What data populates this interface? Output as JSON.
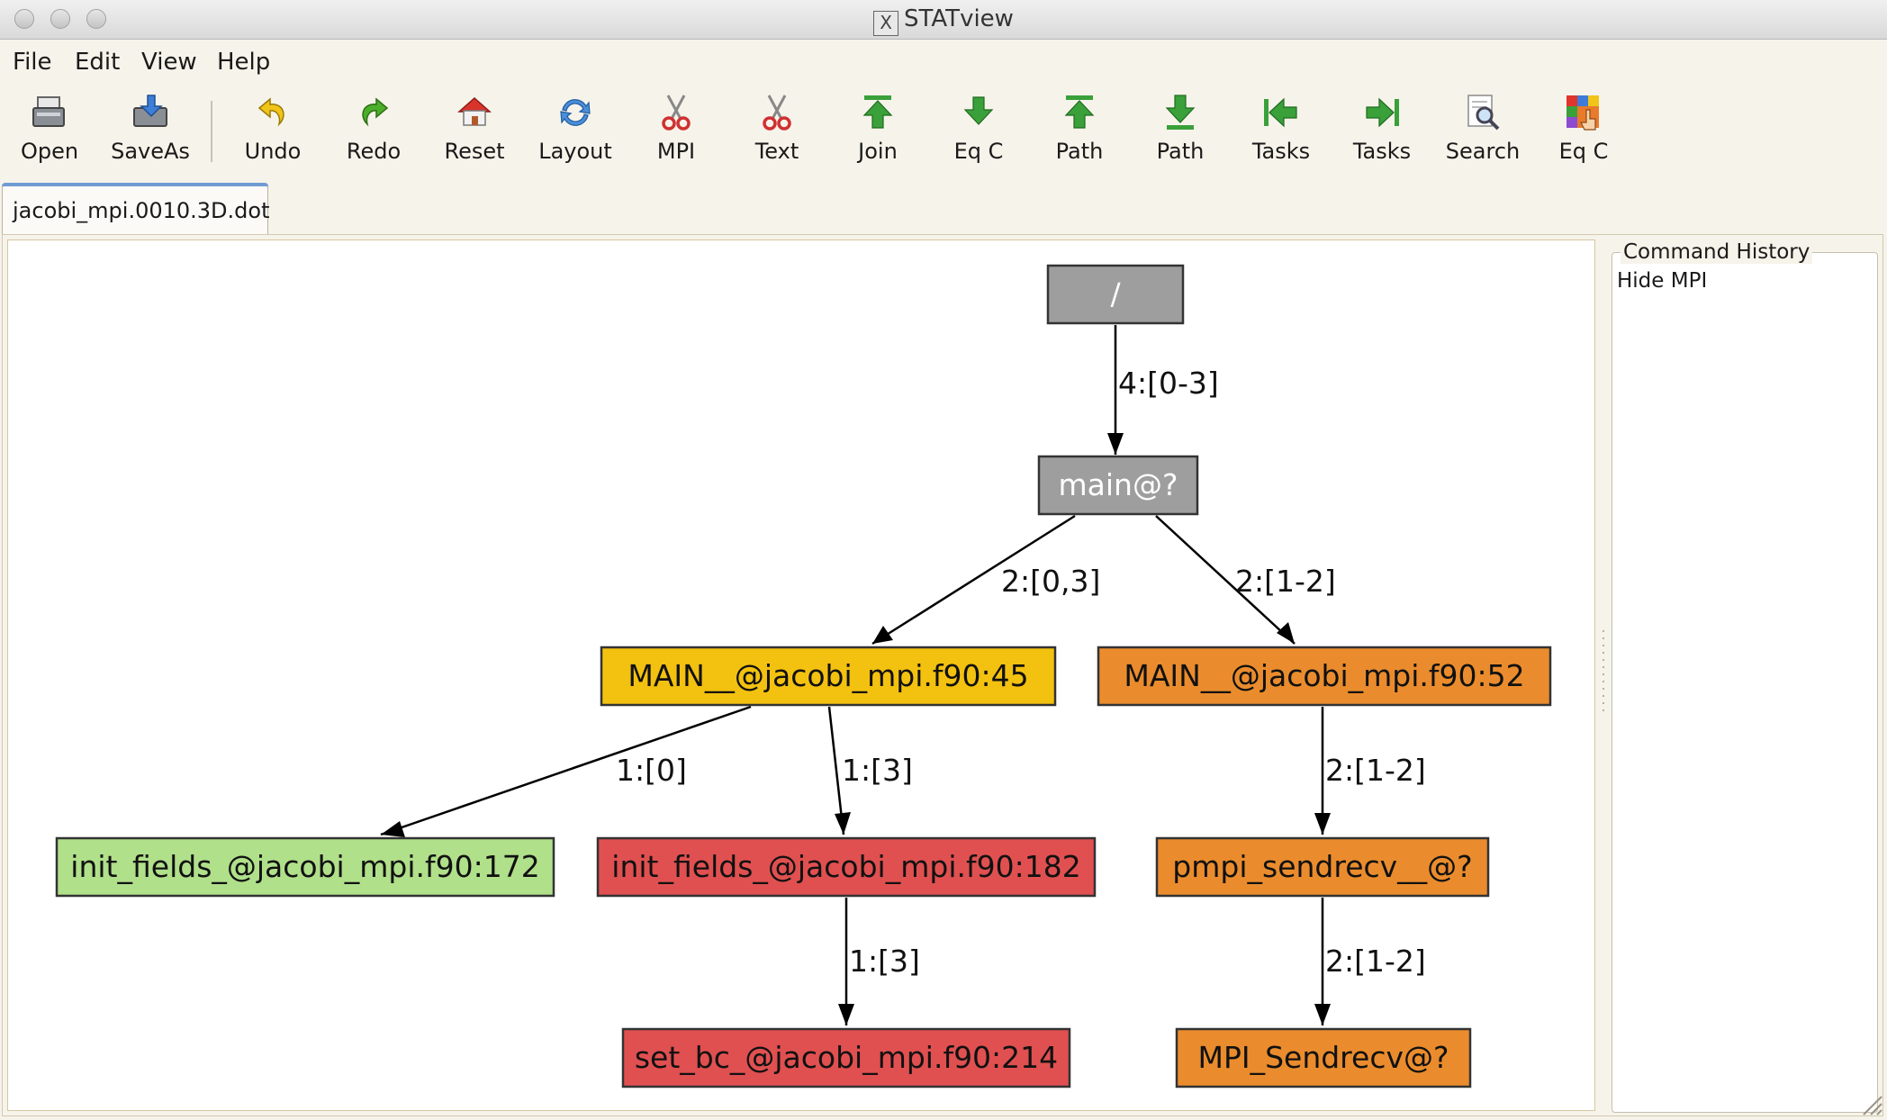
{
  "window": {
    "title": "STATview",
    "x_logo": "X"
  },
  "menu": [
    {
      "label": "File"
    },
    {
      "label": "Edit"
    },
    {
      "label": "View"
    },
    {
      "label": "Help"
    }
  ],
  "toolbar": [
    {
      "label": "Open",
      "icon": "open-icon"
    },
    {
      "label": "SaveAs",
      "icon": "save-as-icon"
    },
    {
      "label": "Undo",
      "icon": "undo-icon"
    },
    {
      "label": "Redo",
      "icon": "redo-icon"
    },
    {
      "label": "Reset",
      "icon": "home-icon"
    },
    {
      "label": "Layout",
      "icon": "refresh-icon"
    },
    {
      "label": "MPI",
      "icon": "scissors-icon"
    },
    {
      "label": "Text",
      "icon": "scissors-icon"
    },
    {
      "label": "Join",
      "icon": "arrow-up-bar-icon"
    },
    {
      "label": "Eq C",
      "icon": "arrow-down-icon"
    },
    {
      "label": "Path",
      "icon": "arrow-up-bar-icon"
    },
    {
      "label": "Path",
      "icon": "arrow-down-bar-icon"
    },
    {
      "label": "Tasks",
      "icon": "arrow-left-bar-icon"
    },
    {
      "label": "Tasks",
      "icon": "arrow-right-bar-icon"
    },
    {
      "label": "Search",
      "icon": "magnifier-icon"
    },
    {
      "label": "Eq C",
      "icon": "hand-pointer-icon"
    }
  ],
  "tab": {
    "label": "jacobi_mpi.0010.3D.dot"
  },
  "graph": {
    "nodes": {
      "root": {
        "label": "/",
        "fill": "#9e9e9e",
        "text_color": "#ffffff"
      },
      "main": {
        "label": "main@?",
        "fill": "#9e9e9e",
        "text_color": "#ffffff"
      },
      "main45": {
        "label": "MAIN__@jacobi_mpi.f90:45",
        "fill": "#f3c10f",
        "text_color": "#111111"
      },
      "main52": {
        "label": "MAIN__@jacobi_mpi.f90:52",
        "fill": "#ea8c2d",
        "text_color": "#111111"
      },
      "init172": {
        "label": "init_fields_@jacobi_mpi.f90:172",
        "fill": "#b0e08a",
        "text_color": "#111111"
      },
      "init182": {
        "label": "init_fields_@jacobi_mpi.f90:182",
        "fill": "#e05050",
        "text_color": "#111111"
      },
      "pmpi": {
        "label": "pmpi_sendrecv__@?",
        "fill": "#ea8c2d",
        "text_color": "#111111"
      },
      "setbc": {
        "label": "set_bc_@jacobi_mpi.f90:214",
        "fill": "#e05050",
        "text_color": "#111111"
      },
      "mpisend": {
        "label": "MPI_Sendrecv@?",
        "fill": "#ea8c2d",
        "text_color": "#111111"
      }
    },
    "edges": {
      "e_root_main": {
        "label": "4:[0-3]"
      },
      "e_main_45": {
        "label": "2:[0,3]"
      },
      "e_main_52": {
        "label": "2:[1-2]"
      },
      "e_45_172": {
        "label": "1:[0]"
      },
      "e_45_182": {
        "label": "1:[3]"
      },
      "e_52_pmpi": {
        "label": "2:[1-2]"
      },
      "e_182_setbc": {
        "label": "1:[3]"
      },
      "e_pmpi_send": {
        "label": "2:[1-2]"
      }
    }
  },
  "history": {
    "title": "Command History",
    "entries": [
      "Hide MPI"
    ]
  }
}
